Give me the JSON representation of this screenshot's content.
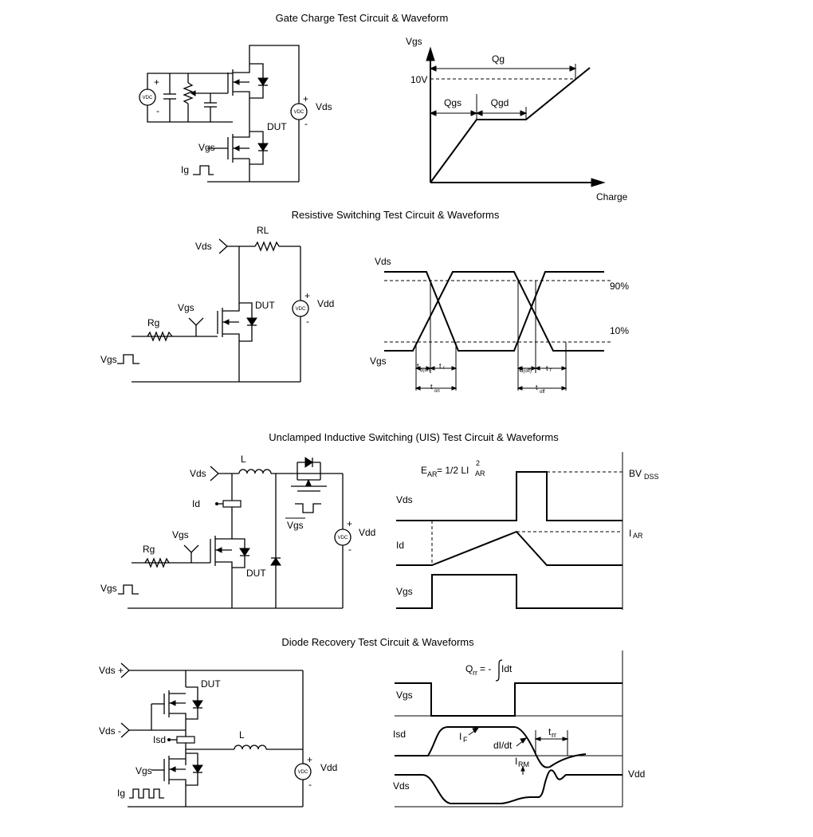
{
  "titles": {
    "gate_charge": "Gate Charge Test Circuit & Waveform",
    "resistive": "Resistive Switching Test Circuit & Waveforms",
    "uis": "Unclamped Inductive Switching (UIS) Test Circuit & Waveforms",
    "diode": "Diode Recovery Test Circuit & Waveforms"
  },
  "gate_charge": {
    "source_label": "VDC",
    "plus": "+",
    "minus": "-",
    "vds": "Vds",
    "dut": "DUT",
    "vgs": "Vgs",
    "ig": "Ig",
    "graph": {
      "y_axis": "Vgs",
      "x_axis": "Charge",
      "qg": "Qg",
      "level": "10V",
      "qgs": "Qgs",
      "qgd": "Qgd"
    }
  },
  "resistive": {
    "vds": "Vds",
    "rl": "RL",
    "vgs_in": "Vgs",
    "dut": "DUT",
    "rg": "Rg",
    "vgs_pulse": "Vgs",
    "vdd": "Vdd",
    "source_label": "VDC",
    "plus": "+",
    "minus": "-",
    "wave": {
      "vds": "Vds",
      "vgs": "Vgs",
      "p90": "90%",
      "p10": "10%",
      "t": "t",
      "d_on": "d(on)",
      "r": "r",
      "on": "on",
      "d_off": "d(off)",
      "f": "f",
      "off": "off"
    }
  },
  "uis": {
    "vds": "Vds",
    "l": "L",
    "id": "Id",
    "vgs": "Vgs",
    "vgs_bar": "Vgs",
    "rg": "Rg",
    "dut": "DUT",
    "vgs_pulse": "Vgs",
    "vdd": "Vdd",
    "source_label": "VDC",
    "plus": "+",
    "minus": "-",
    "wave": {
      "e": "E",
      "ar": "AR",
      "eq": "= 1/2 LI",
      "sq": "2",
      "ar2": "AR",
      "bv": "BV",
      "dss": "DSS",
      "i": "I",
      "iar": "AR",
      "vds": "Vds",
      "id": "Id",
      "vgs": "Vgs"
    }
  },
  "diode": {
    "vds_plus": "Vds +",
    "vds_minus": "Vds -",
    "dut": "DUT",
    "isd": "Isd",
    "l": "L",
    "vgs": "Vgs",
    "ig": "Ig",
    "vdd": "Vdd",
    "source_label": "VDC",
    "plus": "+",
    "minus": "-",
    "wave": {
      "q": "Q",
      "rr": "rr",
      "eq": "= -",
      "idt": "Idt",
      "vgs": "Vgs",
      "isd": "Isd",
      "if": "I",
      "if_sub": "F",
      "didt": "dI/dt",
      "t": "t",
      "trr": "rr",
      "irm": "I",
      "irm_sub": "RM",
      "vds": "Vds",
      "vdd": "Vdd"
    }
  }
}
